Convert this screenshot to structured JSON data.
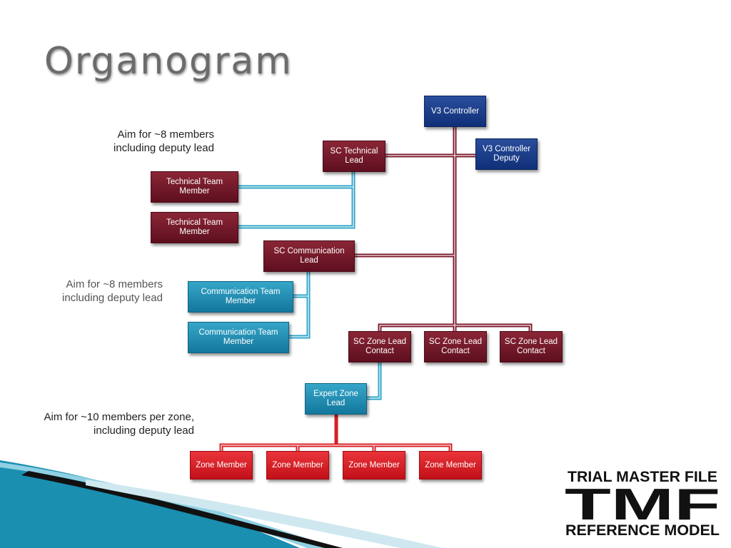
{
  "title": "Organogram",
  "notes": {
    "technical": [
      "Aim for ~8 members",
      "including deputy lead"
    ],
    "communication": [
      "Aim for ~8 members",
      "including deputy lead"
    ],
    "zone": [
      "Aim for ~10 members per zone,",
      "including deputy lead"
    ]
  },
  "nodes": {
    "v3_controller": "V3 Controller",
    "v3_controller_deputy": [
      "V3 Controller",
      "Deputy"
    ],
    "sc_technical_lead": [
      "SC Technical",
      "Lead"
    ],
    "technical_member_1": [
      "Technical Team",
      "Member"
    ],
    "technical_member_2": [
      "Technical Team",
      "Member"
    ],
    "sc_communication_lead": [
      "SC Communication",
      "Lead"
    ],
    "communication_member_1": [
      "Communication Team",
      "Member"
    ],
    "communication_member_2": [
      "Communication Team",
      "Member"
    ],
    "sc_zone_lead_contacts": [
      [
        "SC Zone Lead",
        "Contact"
      ],
      [
        "SC Zone Lead",
        "Contact"
      ],
      [
        "SC Zone Lead",
        "Contact"
      ]
    ],
    "expert_zone_lead": [
      "Expert Zone",
      "Lead"
    ],
    "zone_members": [
      "Zone Member",
      "Zone Member",
      "Zone Member",
      "Zone Member"
    ]
  },
  "logo": {
    "top": "TRIAL MASTER FILE",
    "mark": "TMF",
    "bottom": "REFERENCE MODEL"
  },
  "colors": {
    "navy": "#1a3f8c",
    "maroon": "#6e1628",
    "teal": "#1f8db4",
    "red": "#d61f26",
    "title_gray": "#6b6b6b"
  }
}
